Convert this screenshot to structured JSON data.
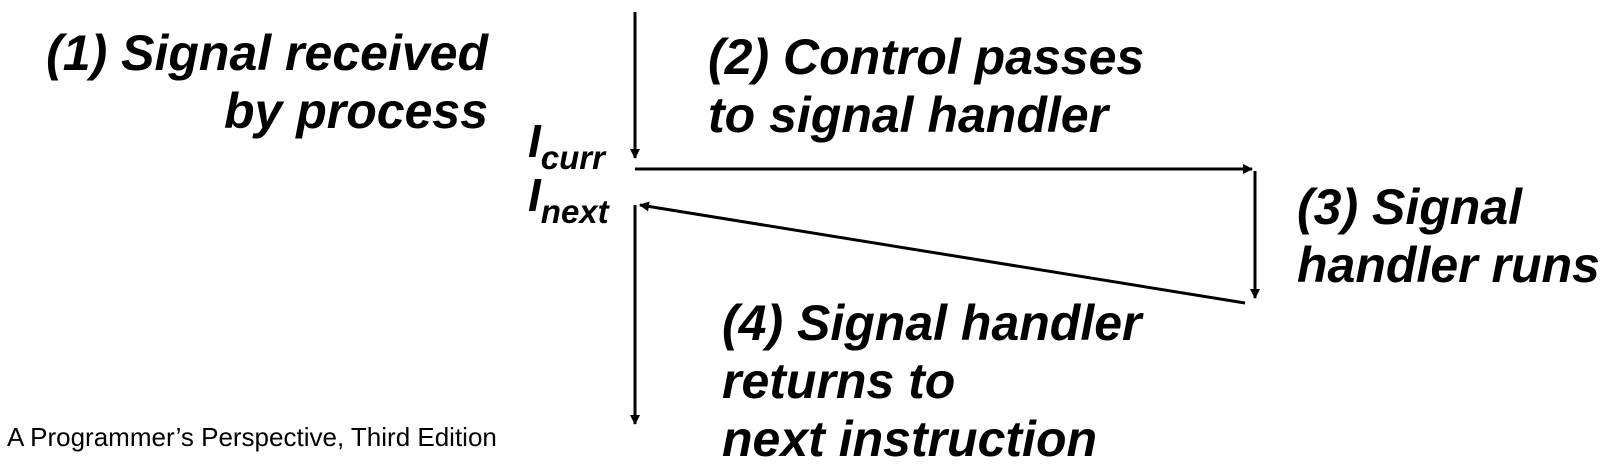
{
  "steps": [
    {
      "lines": [
        "(1) Signal received",
        "by process"
      ]
    },
    {
      "lines": [
        "(2) Control passes",
        "to signal handler"
      ]
    },
    {
      "lines": [
        "(3) Signal",
        "handler runs"
      ]
    },
    {
      "lines": [
        "(4) Signal handler",
        "returns to",
        "next instruction"
      ]
    }
  ],
  "instructions": {
    "current": {
      "base": "I",
      "sub": "curr"
    },
    "next": {
      "base": "I",
      "sub": "next"
    }
  },
  "footer": "A Programmer’s Perspective, Third Edition",
  "colors": {
    "ink": "#000000",
    "background": "#ffffff"
  }
}
